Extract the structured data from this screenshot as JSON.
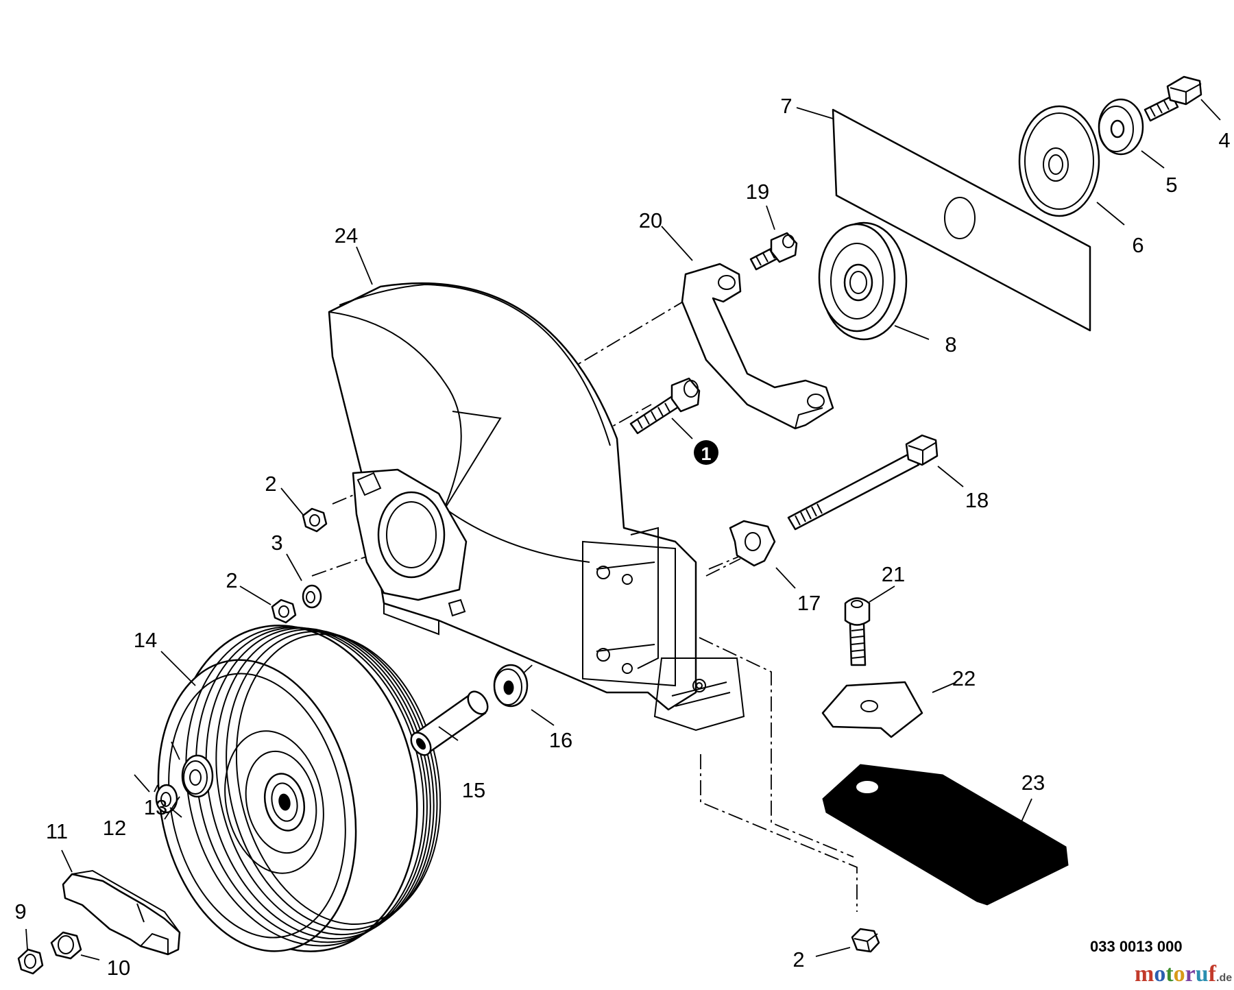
{
  "diagram": {
    "labels": {
      "p1": "1",
      "p2a": "2",
      "p2b": "2",
      "p2c": "2",
      "p3": "3",
      "p4": "4",
      "p5": "5",
      "p6": "6",
      "p7": "7",
      "p8": "8",
      "p9": "9",
      "p10": "10",
      "p11": "11",
      "p12": "12",
      "p13": "13",
      "p14": "14",
      "p15": "15",
      "p16": "16",
      "p17": "17",
      "p18": "18",
      "p19": "19",
      "p20": "20",
      "p21": "21",
      "p22": "22",
      "p23": "23",
      "p24": "24"
    },
    "drawing_code": "033 0013 000",
    "watermark": {
      "m": "m",
      "o1": "o",
      "t": "t",
      "o2": "o",
      "r": "r",
      "u": "u",
      "f": "f",
      "tld": ".de"
    }
  }
}
